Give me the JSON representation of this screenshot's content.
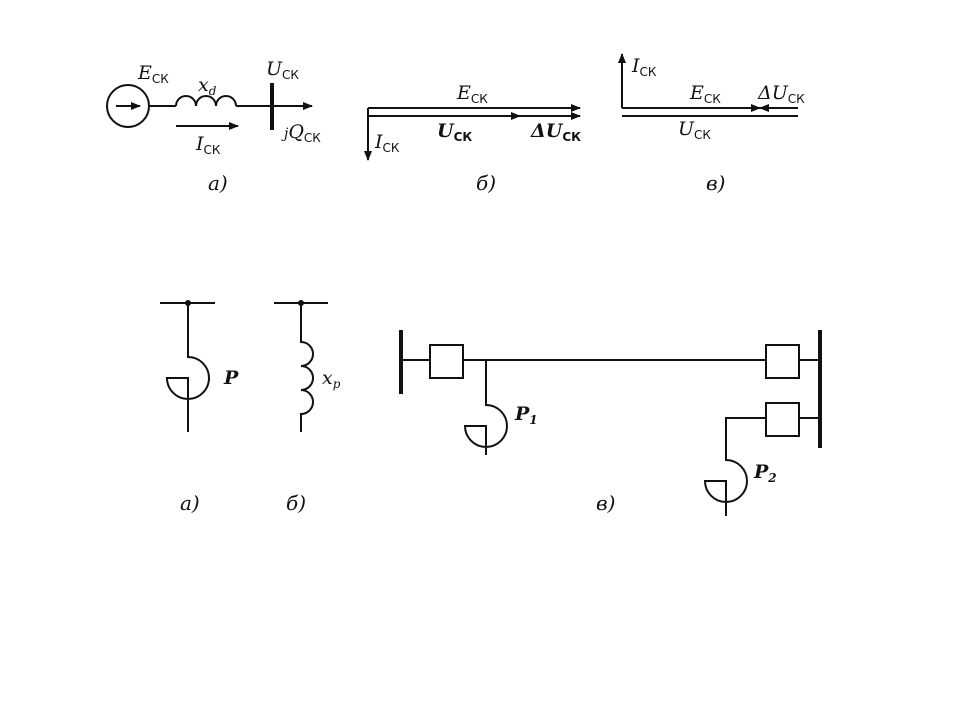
{
  "top": {
    "a": {
      "emf_main": "E",
      "emf_sub": "СК",
      "reactance_main": "x",
      "reactance_sub": "d",
      "voltage_main": "U",
      "voltage_sub": "СК",
      "current_main": "I",
      "current_sub": "СК",
      "reactive_power_prefix": "j",
      "reactive_power_main": "Q",
      "reactive_power_sub": "СК",
      "caption": "а)"
    },
    "b": {
      "emf_main": "E",
      "emf_sub": "СК",
      "voltage_main": "U",
      "voltage_sub": "СК",
      "delta_main": "ΔU",
      "delta_sub": "СК",
      "current_main": "I",
      "current_sub": "СК",
      "caption": "б)"
    },
    "c": {
      "current_main": "I",
      "current_sub": "СК",
      "emf_main": "E",
      "emf_sub": "СК",
      "delta_main": "ΔU",
      "delta_sub": "СК",
      "voltage_main": "U",
      "voltage_sub": "СК",
      "caption": "в)"
    }
  },
  "bottom": {
    "a": {
      "reactor_label": "P",
      "caption": "а)"
    },
    "b": {
      "reactance_main": "x",
      "reactance_sub": "р",
      "caption": "б)"
    },
    "c": {
      "reactor1_main": "P",
      "reactor1_sub": "1",
      "reactor2_main": "P",
      "reactor2_sub": "2",
      "caption": "в)"
    }
  }
}
